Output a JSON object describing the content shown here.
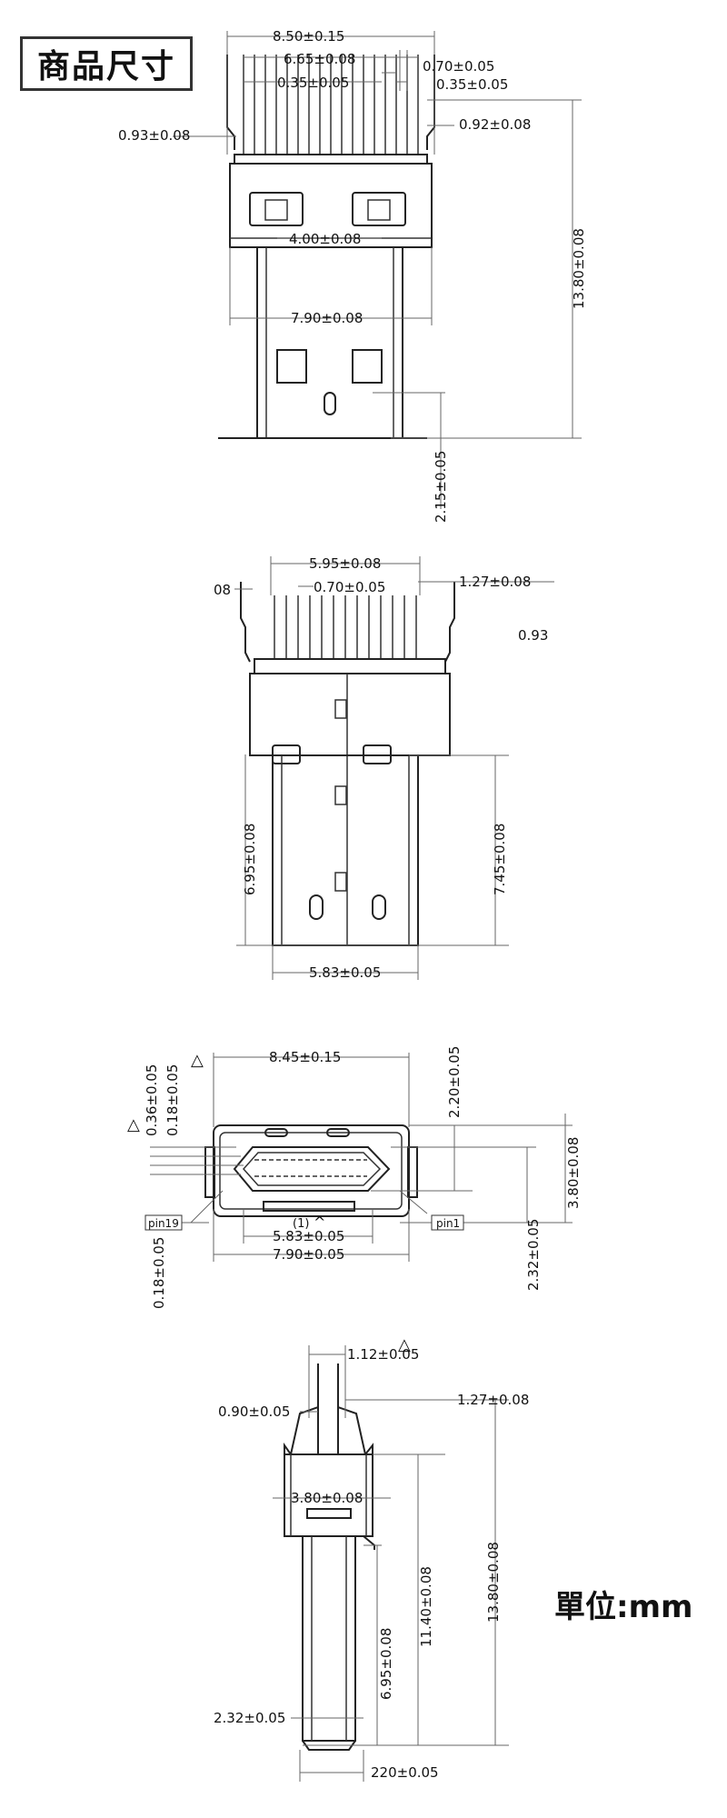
{
  "title": "商品尺寸",
  "unit": "單位:mm",
  "view1": {
    "d1": "8.50±0.15",
    "d2": "6.65±0.08",
    "d3": "0.35±0.05",
    "d4": "0.70±0.05",
    "d5": "0.35±0.05",
    "d6": "0.93±0.08",
    "d7": "0.92±0.08",
    "d8": "4.00±0.08",
    "d9": "7.90±0.08",
    "d10": "13.80±0.08",
    "d11": "2.15±0.05"
  },
  "view2": {
    "d1": "5.95±0.08",
    "d2": "0.70±0.05",
    "d3": "1.27±0.08",
    "d4": "08",
    "d5": "0.93",
    "d6": "6.95±0.08",
    "d7": "7.45±0.08",
    "d8": "5.83±0.05"
  },
  "view3": {
    "d1": "8.45±0.15",
    "d2": "2.20±0.05",
    "d3": "3.80±0.08",
    "d4": "0.36±0.05",
    "d5": "0.18±0.05",
    "d6": "0.18±0.05",
    "d7": "2.32±0.05",
    "d8": "5.83±0.05",
    "d9": "7.90±0.05",
    "pin19": "pin19",
    "pin1": "pin1",
    "mark": "(1)",
    "tri": "△"
  },
  "view4": {
    "d1": "1.12±0.05",
    "d2": "0.90±0.05",
    "d3": "1.27±0.08",
    "d4": "3.80±0.08",
    "d5": "11.40±0.08",
    "d6": "13.80±0.08",
    "d7": "6.95±0.08",
    "d8": "2.32±0.05",
    "d9": "220±0.05",
    "tri": "△"
  }
}
